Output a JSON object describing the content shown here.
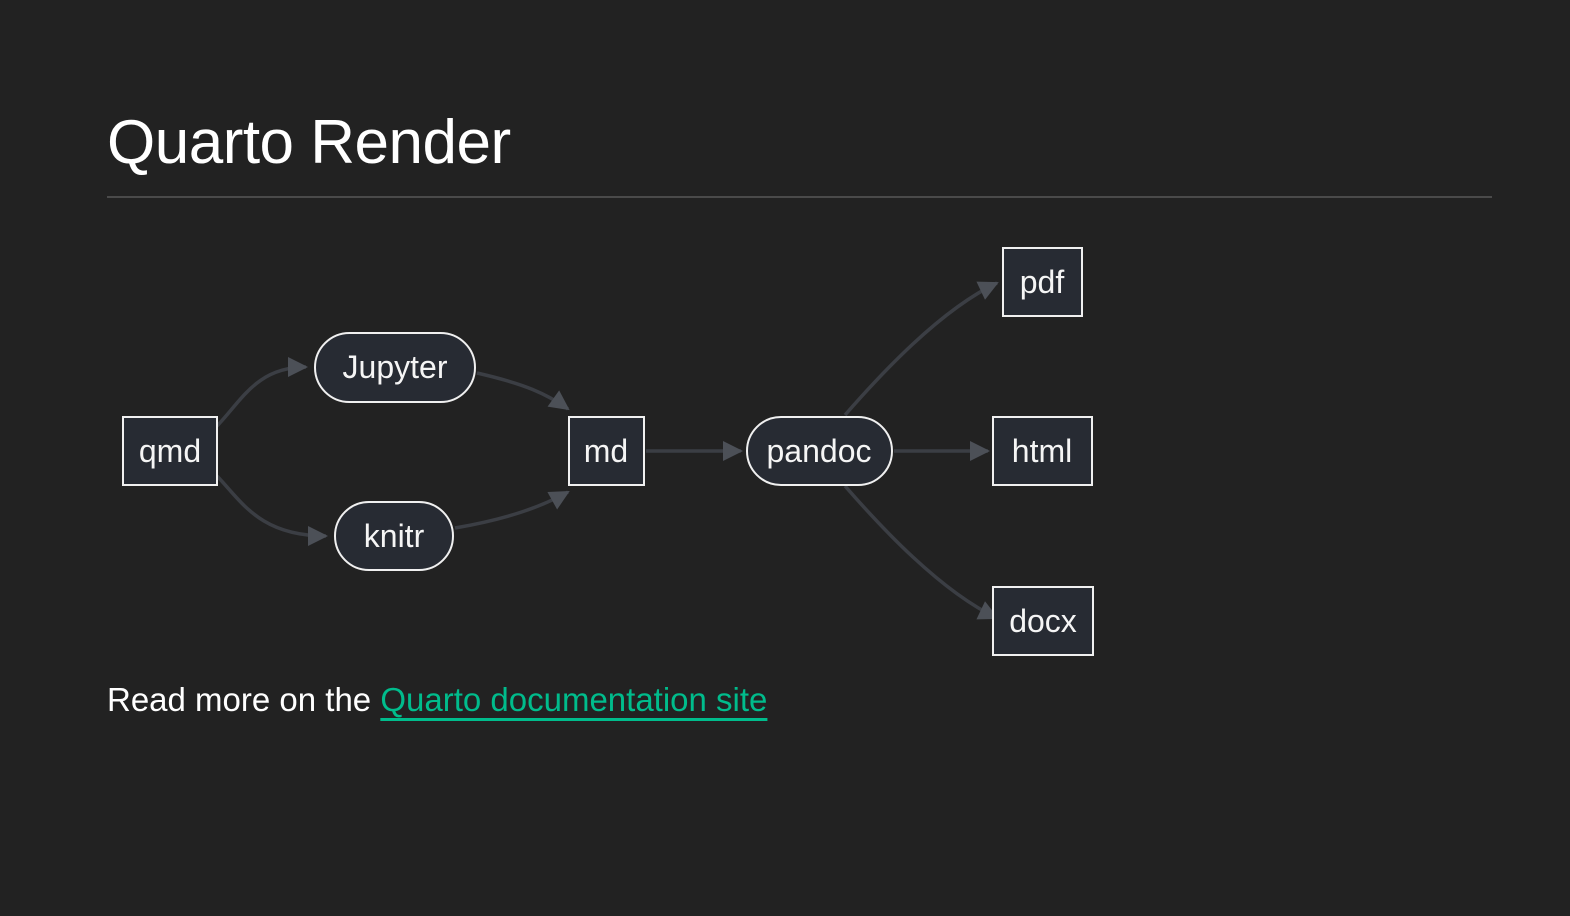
{
  "page": {
    "title": "Quarto Render"
  },
  "footer": {
    "prefix": "Read more on the ",
    "link_label": "Quarto documentation site"
  },
  "colors": {
    "background": "#222222",
    "text": "#ffffff",
    "link": "#00bc8c",
    "rule": "#4a4a4a",
    "node_fill": "#272b33",
    "node_border": "#f0f0f0",
    "node_text": "#f5f5f5",
    "edge": "#3b3e44",
    "arrowhead": "#4c5057"
  },
  "diagram": {
    "type": "flowchart",
    "direction": "left-to-right",
    "nodes": [
      {
        "id": "qmd",
        "label": "qmd",
        "shape": "rect"
      },
      {
        "id": "jupyter",
        "label": "Jupyter",
        "shape": "stadium"
      },
      {
        "id": "knitr",
        "label": "knitr",
        "shape": "stadium"
      },
      {
        "id": "md",
        "label": "md",
        "shape": "rect"
      },
      {
        "id": "pandoc",
        "label": "pandoc",
        "shape": "stadium"
      },
      {
        "id": "pdf",
        "label": "pdf",
        "shape": "rect"
      },
      {
        "id": "html",
        "label": "html",
        "shape": "rect"
      },
      {
        "id": "docx",
        "label": "docx",
        "shape": "rect"
      }
    ],
    "edges": [
      {
        "from": "qmd",
        "to": "jupyter"
      },
      {
        "from": "qmd",
        "to": "knitr"
      },
      {
        "from": "jupyter",
        "to": "md"
      },
      {
        "from": "knitr",
        "to": "md"
      },
      {
        "from": "md",
        "to": "pandoc"
      },
      {
        "from": "pandoc",
        "to": "pdf"
      },
      {
        "from": "pandoc",
        "to": "html"
      },
      {
        "from": "pandoc",
        "to": "docx"
      }
    ]
  }
}
